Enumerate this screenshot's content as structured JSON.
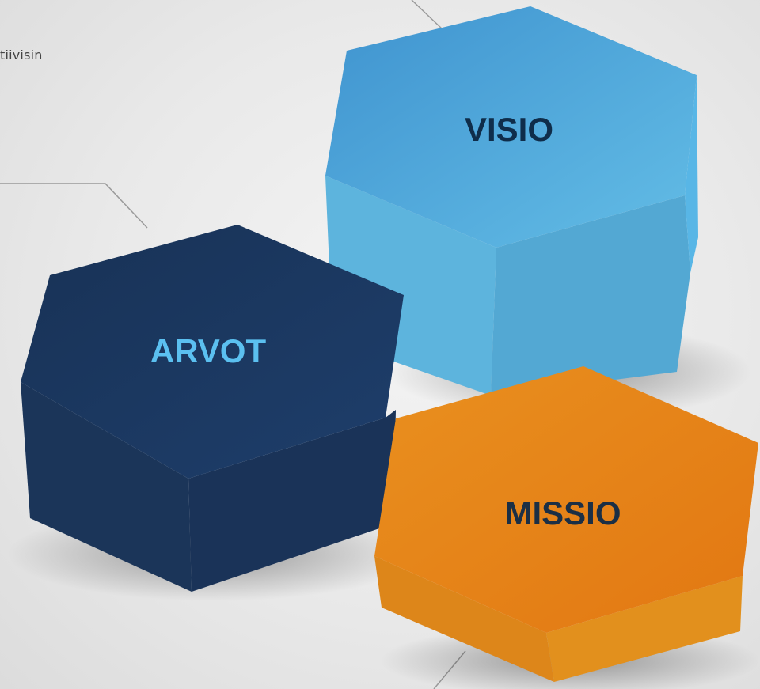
{
  "partial_text": "tiivisin",
  "blocks": {
    "visio": {
      "label": "VISIO",
      "label_color": "#0f2d4a"
    },
    "arvot": {
      "label": "ARVOT",
      "label_color": "#5bc0f0"
    },
    "missio": {
      "label": "MISSIO",
      "label_color": "#1b2f45"
    }
  },
  "colors": {
    "visio_top": "#4fa6dc",
    "arvot_top": "#1a355d",
    "missio_top": "#e88a1c",
    "connector": "#9a9a9a"
  }
}
